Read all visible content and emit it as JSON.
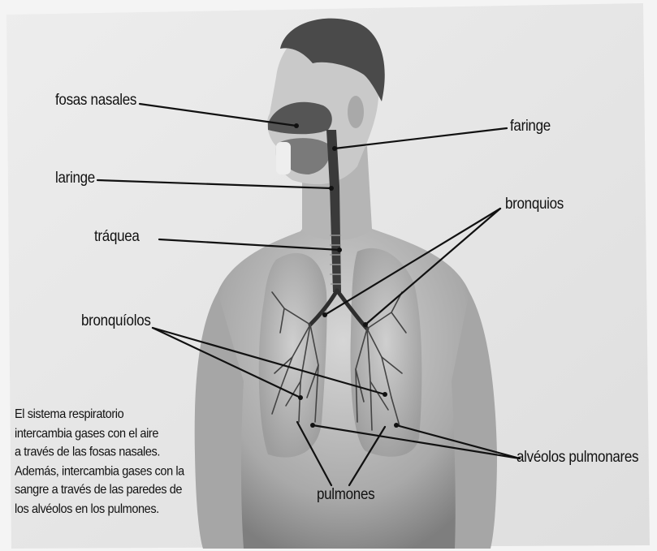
{
  "labels": {
    "fosas_nasales": "fosas nasales",
    "faringe": "faringe",
    "laringe": "laringe",
    "bronquios": "bronquios",
    "traquea": "tráquea",
    "bronquiolos": "bronquíolos",
    "alveolos": "alvéolos pulmonares",
    "pulmones": "pulmones"
  },
  "caption": [
    "El sistema respiratorio",
    "intercambia gases con el aire",
    "a través de las fosas nasales.",
    "Además, intercambia gases con la",
    "sangre a través de las paredes de",
    "los alvéolos en los pulmones."
  ],
  "colors": {
    "background": "#e9e9e9",
    "skin": "#c4c4c4",
    "skin_shadow": "#8f8f8f",
    "hair": "#4a4a4a",
    "lung": "#b9b9b9",
    "airway": "#3a3a3a",
    "leader_line": "#111111"
  }
}
